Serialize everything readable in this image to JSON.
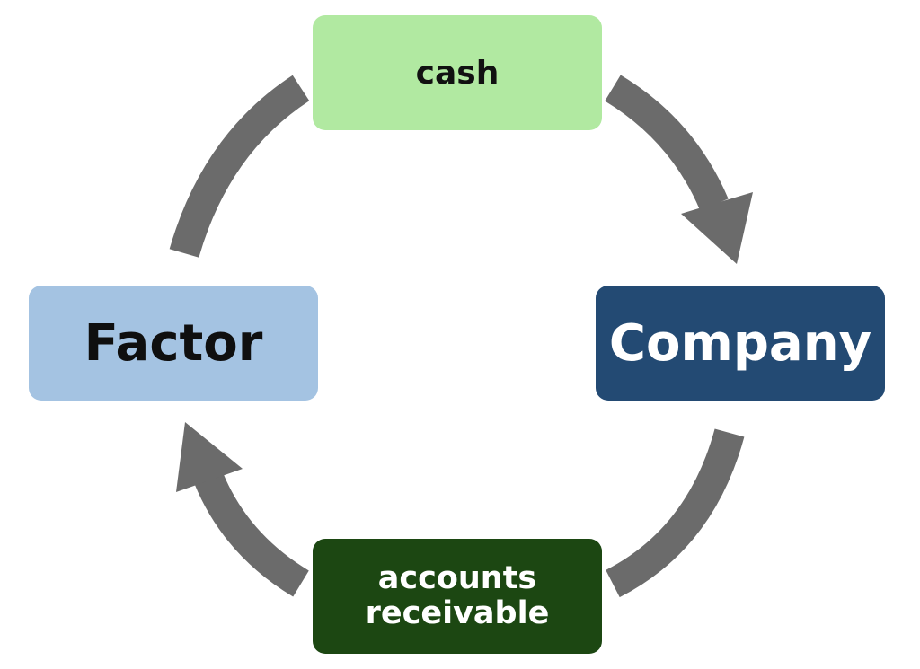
{
  "diagram": {
    "nodes": {
      "cash": {
        "label": "cash",
        "color": "#b1e9a1"
      },
      "factor": {
        "label": "Factor",
        "color": "#a4c3e2"
      },
      "company": {
        "label": "Company",
        "color": "#234a73"
      },
      "accounts_receivable": {
        "label": "accounts\nreceivable",
        "color": "#1c4712"
      }
    },
    "arrow_color": "#6b6b6b",
    "edges": [
      {
        "from": "factor",
        "to": "cash",
        "arrowhead": false
      },
      {
        "from": "cash",
        "to": "company",
        "arrowhead": true
      },
      {
        "from": "company",
        "to": "accounts_receivable",
        "arrowhead": false
      },
      {
        "from": "accounts_receivable",
        "to": "factor",
        "arrowhead": true
      }
    ]
  }
}
